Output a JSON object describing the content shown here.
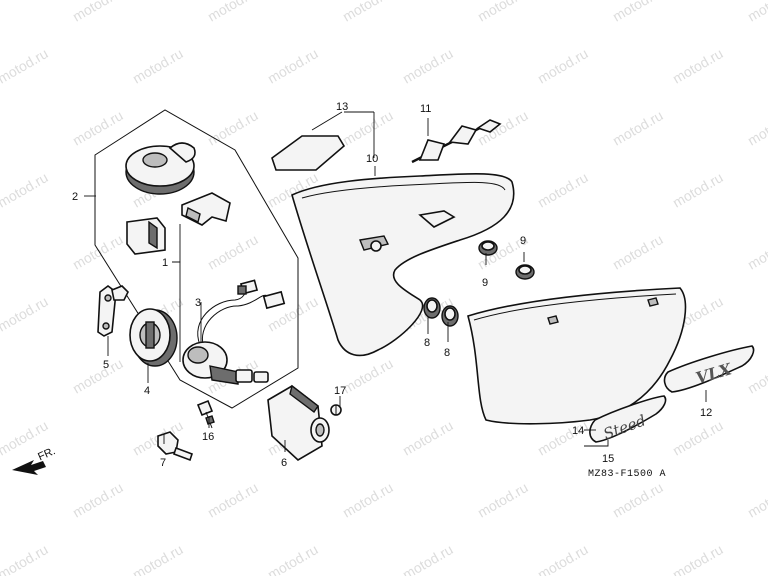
{
  "watermark": "motod.ru",
  "diagram_code": "MZ83-F1500 A",
  "direction_label": "FR.",
  "callouts": {
    "c1": "1",
    "c2": "2",
    "c3": "3",
    "c4": "4",
    "c5": "5",
    "c6": "6",
    "c7": "7",
    "c8a": "8",
    "c8b": "8",
    "c9a": "9",
    "c9b": "9",
    "c10": "10",
    "c11": "11",
    "c12": "12",
    "c13": "13",
    "c14": "14",
    "c15": "15",
    "c16": "16",
    "c17": "17"
  },
  "emblem_text": {
    "steed": "Steed",
    "vlx": "VLX"
  }
}
